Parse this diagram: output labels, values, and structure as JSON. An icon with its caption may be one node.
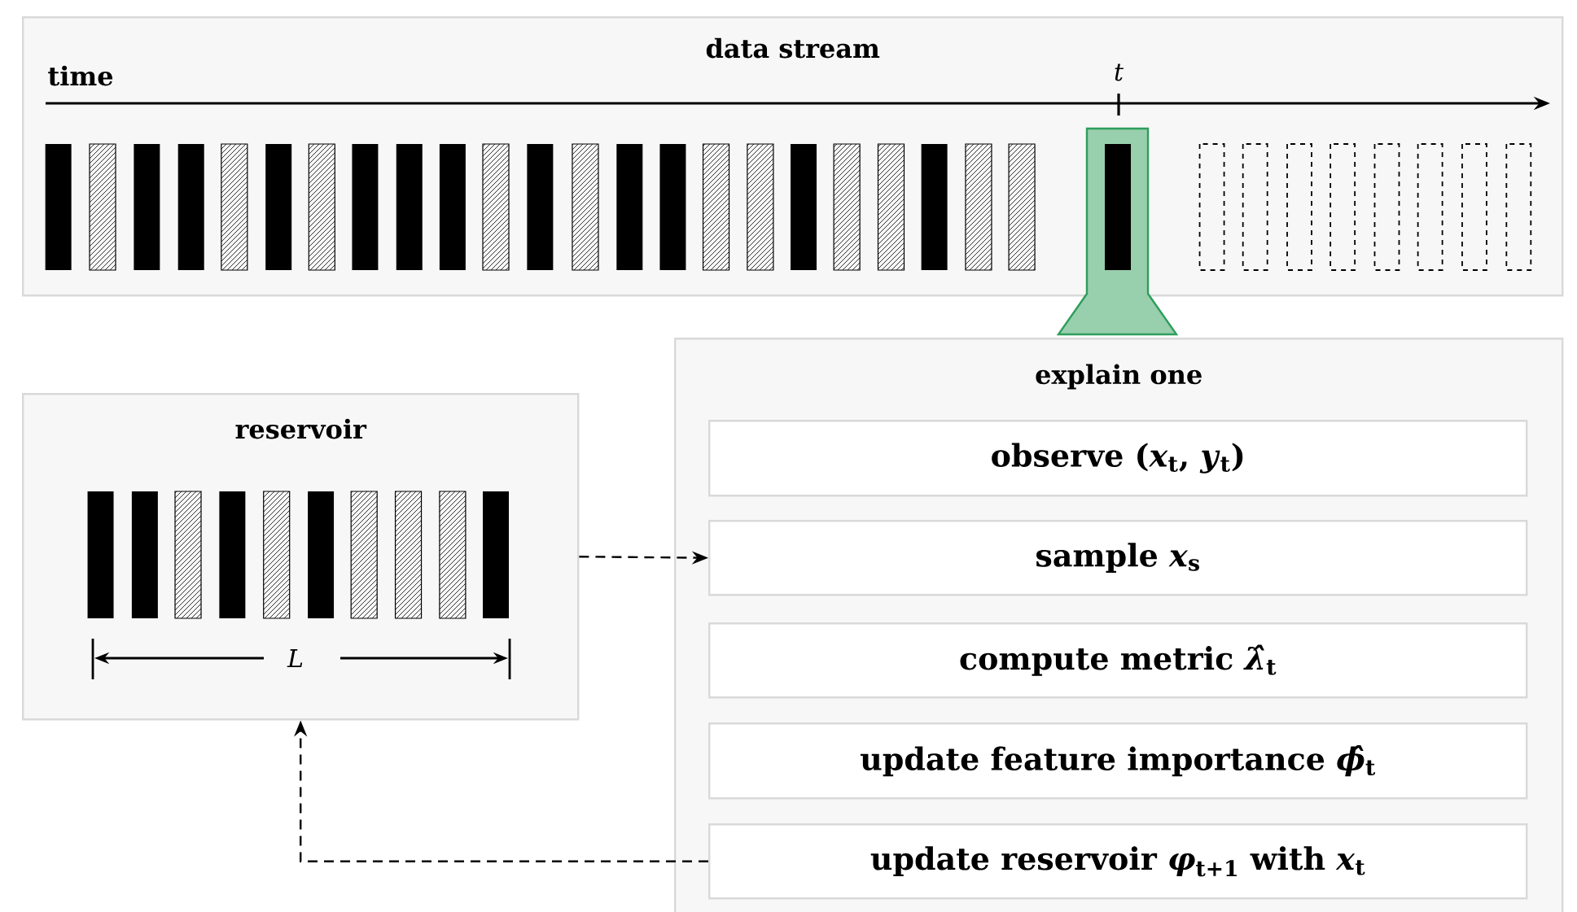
{
  "diagram": {
    "nodes": [
      {
        "text": [
          "data stream"
        ]
      },
      {
        "text": [
          "reservoir"
        ]
      },
      {
        "text": [
          "explain one"
        ]
      },
      {
        "text": [
          "observe (*x*$_{t}$, *y*$_{t}$)"
        ],
        "in": 2
      },
      {
        "text": [
          "sample *x*$_{s}$"
        ],
        "in": 2
      },
      {
        "text": [
          "compute metric *λ̂*$_{t}$"
        ],
        "in": 2
      },
      {
        "text": [
          "update feature importance *ϕ̂*$_{t}$"
        ],
        "in": 2
      },
      {
        "text": [
          "update reservoir *φ*$_{t+1}$ with *x*$_{t}$"
        ],
        "in": 2
      }
    ],
    "edges": [
      {
        "from": 1,
        "to": 4,
        "arrow": "to",
        "style": "dashed"
      },
      {
        "from": 7,
        "to": 1,
        "arrow": "to",
        "style": "dashed"
      }
    ],
    "labels": [
      "time",
      "t",
      "L"
    ]
  }
}
